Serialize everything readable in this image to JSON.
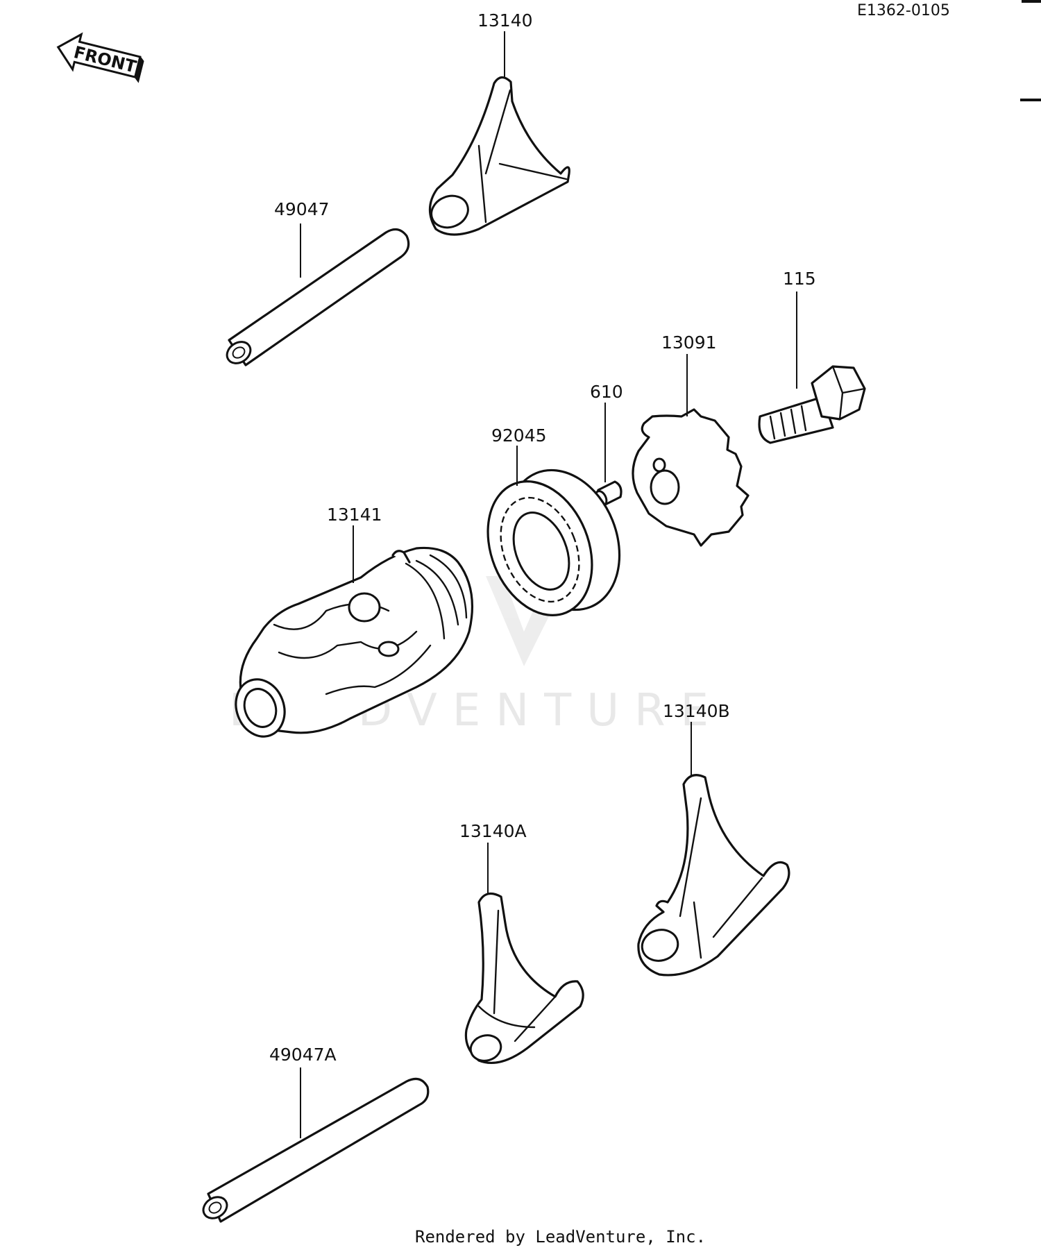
{
  "diagram_code": "E1362-0105",
  "front_label": "FRONT",
  "watermark": "LEADVENTURE",
  "footer": "Rendered by LeadVenture, Inc.",
  "callouts": {
    "fork_top": "13140",
    "rod_top": "49047",
    "bolt": "115",
    "gear": "13091",
    "pin": "610",
    "bearing": "92045",
    "drum": "13141",
    "fork_b": "13140B",
    "fork_a": "13140A",
    "rod_bottom": "49047A"
  }
}
